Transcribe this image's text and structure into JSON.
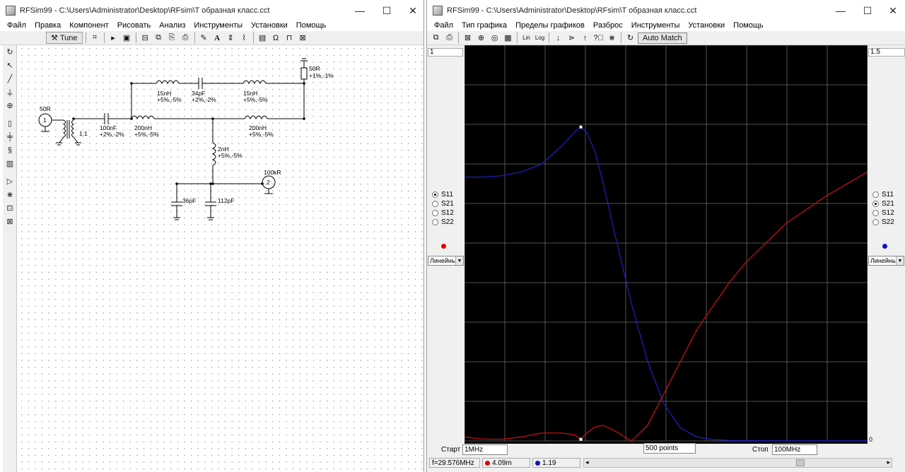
{
  "left_window": {
    "title": "RFSim99 - C:\\Users\\Administrator\\Desktop\\RFsim\\T образная класс.cct",
    "controls": {
      "minimize": "—",
      "maximize": "☐",
      "close": "✕"
    },
    "menu": [
      "Файл",
      "Правка",
      "Компонент",
      "Рисовать",
      "Анализ",
      "Инструменты",
      "Установки",
      "Помощь"
    ],
    "toolbar": {
      "tune_label": "Tune"
    },
    "schematic": {
      "components": [
        {
          "name": "port1-resistance",
          "text": "50R"
        },
        {
          "name": "transformer-ratio",
          "text": "1:1"
        },
        {
          "name": "c1-value",
          "text": "100nF"
        },
        {
          "name": "c1-tol",
          "text": "+2%,-2%"
        },
        {
          "name": "l1-value",
          "text": "200nH"
        },
        {
          "name": "l1-tol",
          "text": "+5%,-5%"
        },
        {
          "name": "l2-value",
          "text": "15nH"
        },
        {
          "name": "l2-tol",
          "text": "+5%,-5%"
        },
        {
          "name": "c2-value",
          "text": "34pF"
        },
        {
          "name": "c2-tol",
          "text": "+2%,-2%"
        },
        {
          "name": "l3-value",
          "text": "15nH"
        },
        {
          "name": "l3-tol",
          "text": "+5%,-5%"
        },
        {
          "name": "r1-value",
          "text": "50R"
        },
        {
          "name": "r1-tol",
          "text": "+1%,-1%"
        },
        {
          "name": "l4-value",
          "text": "200nH"
        },
        {
          "name": "l4-tol",
          "text": "+5%,-5%"
        },
        {
          "name": "l5-value",
          "text": "2nH"
        },
        {
          "name": "l5-tol",
          "text": "+5%,-5%"
        },
        {
          "name": "port2-resistance",
          "text": "100kR"
        },
        {
          "name": "c3-value",
          "text": "36pF"
        },
        {
          "name": "c4-value",
          "text": "112pF"
        }
      ],
      "port1_number": "1",
      "port2_number": "2"
    }
  },
  "right_window": {
    "title": "RFSim99 - C:\\Users\\Administrator\\Desktop\\RFsim\\T образная класс.cct",
    "controls": {
      "minimize": "—",
      "maximize": "☐",
      "close": "✕"
    },
    "menu": [
      "Файл",
      "Тип графика",
      "Пределы графиков",
      "Разброс",
      "Инструменты",
      "Установки",
      "Помощь"
    ],
    "toolbar": {
      "automatch_label": "Auto Match"
    },
    "left_axis": {
      "top_value": "1",
      "params": [
        {
          "label": "S11",
          "selected": true
        },
        {
          "label": "S21",
          "selected": false
        },
        {
          "label": "S12",
          "selected": false
        },
        {
          "label": "S22",
          "selected": false
        }
      ],
      "marker_color": "#e00000",
      "scale": "Линейный"
    },
    "right_axis": {
      "top_value": "1.5",
      "bottom_value": "0",
      "params": [
        {
          "label": "S11",
          "selected": false
        },
        {
          "label": "S21",
          "selected": true
        },
        {
          "label": "S12",
          "selected": false
        },
        {
          "label": "S22",
          "selected": false
        }
      ],
      "marker_color": "#1010c0",
      "scale": "Линейный"
    },
    "sweep": {
      "start_label": "Старт",
      "start_value": "1MHz",
      "points": "500 points",
      "stop_label": "Стоп",
      "stop_value": "100MHz"
    },
    "status": {
      "frequency": "f=29.576MHz",
      "s11_value": "4.09m",
      "s21_value": "1.19"
    }
  },
  "chart_data": {
    "type": "line",
    "xlim": [
      1,
      100
    ],
    "x_unit": "MHz",
    "grid": true,
    "x": [
      1,
      5,
      10,
      15,
      20,
      25,
      28,
      29.576,
      31,
      33,
      35,
      38,
      42,
      46,
      50,
      54,
      58,
      62,
      66,
      70,
      80,
      90,
      100
    ],
    "series": [
      {
        "color": "#2020c8",
        "axis": "right",
        "ylim": [
          0,
          1.5
        ],
        "values": [
          1.0,
          1.0,
          1.005,
          1.02,
          1.05,
          1.12,
          1.17,
          1.19,
          1.17,
          1.1,
          0.98,
          0.78,
          0.52,
          0.3,
          0.14,
          0.05,
          0.015,
          0.005,
          0.002,
          0.001,
          0.0005,
          0.0003,
          0.0002
        ]
      },
      {
        "color": "#d01010",
        "axis": "left",
        "ylim": [
          0,
          1
        ],
        "values": [
          0.01,
          0.005,
          0.004,
          0.01,
          0.02,
          0.02,
          0.015,
          0.004,
          0.02,
          0.035,
          0.04,
          0.025,
          0.0,
          0.04,
          0.12,
          0.2,
          0.28,
          0.34,
          0.4,
          0.45,
          0.55,
          0.62,
          0.68
        ]
      }
    ]
  }
}
